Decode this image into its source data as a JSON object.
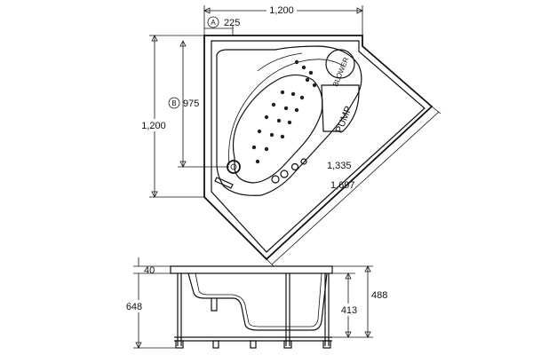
{
  "top_view": {
    "width_label": "1,200",
    "depth_label": "1,200",
    "inner_depth_marker": "B",
    "inner_depth_label": "975",
    "offset_marker": "A",
    "offset_label": "225",
    "diagonal_inner_label": "1,335",
    "diagonal_outer_label": "1,697",
    "blower_label": "BLOWER",
    "pump_label": "PUMP"
  },
  "side_view": {
    "rim_label": "40",
    "total_height_label": "648",
    "height_right_outer_label": "488",
    "height_right_inner_label": "413"
  },
  "colors": {
    "line": "#111111",
    "background": "#ffffff"
  }
}
